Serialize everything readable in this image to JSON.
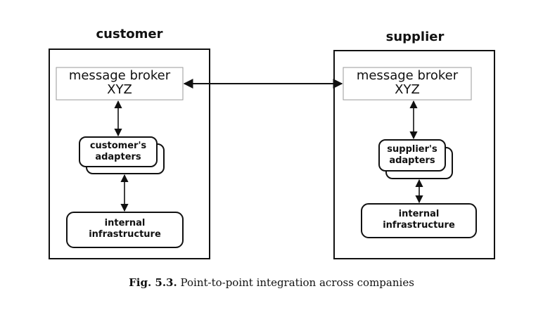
{
  "customer": {
    "title": "customer",
    "broker_line1": "message broker",
    "broker_line2": "XYZ",
    "adapters_line1": "customer's",
    "adapters_line2": "adapters",
    "infra_line1": "internal",
    "infra_line2": "infrastructure"
  },
  "supplier": {
    "title": "supplier",
    "broker_line1": "message broker",
    "broker_line2": "XYZ",
    "adapters_line1": "supplier's",
    "adapters_line2": "adapters",
    "infra_line1": "internal",
    "infra_line2": "infrastructure"
  },
  "caption": {
    "label": "Fig. 5.3.",
    "text": "Point-to-point integration across companies"
  },
  "colors": {
    "stroke": "#111111",
    "broker_border": "#9a9a9a",
    "background": "#ffffff"
  }
}
